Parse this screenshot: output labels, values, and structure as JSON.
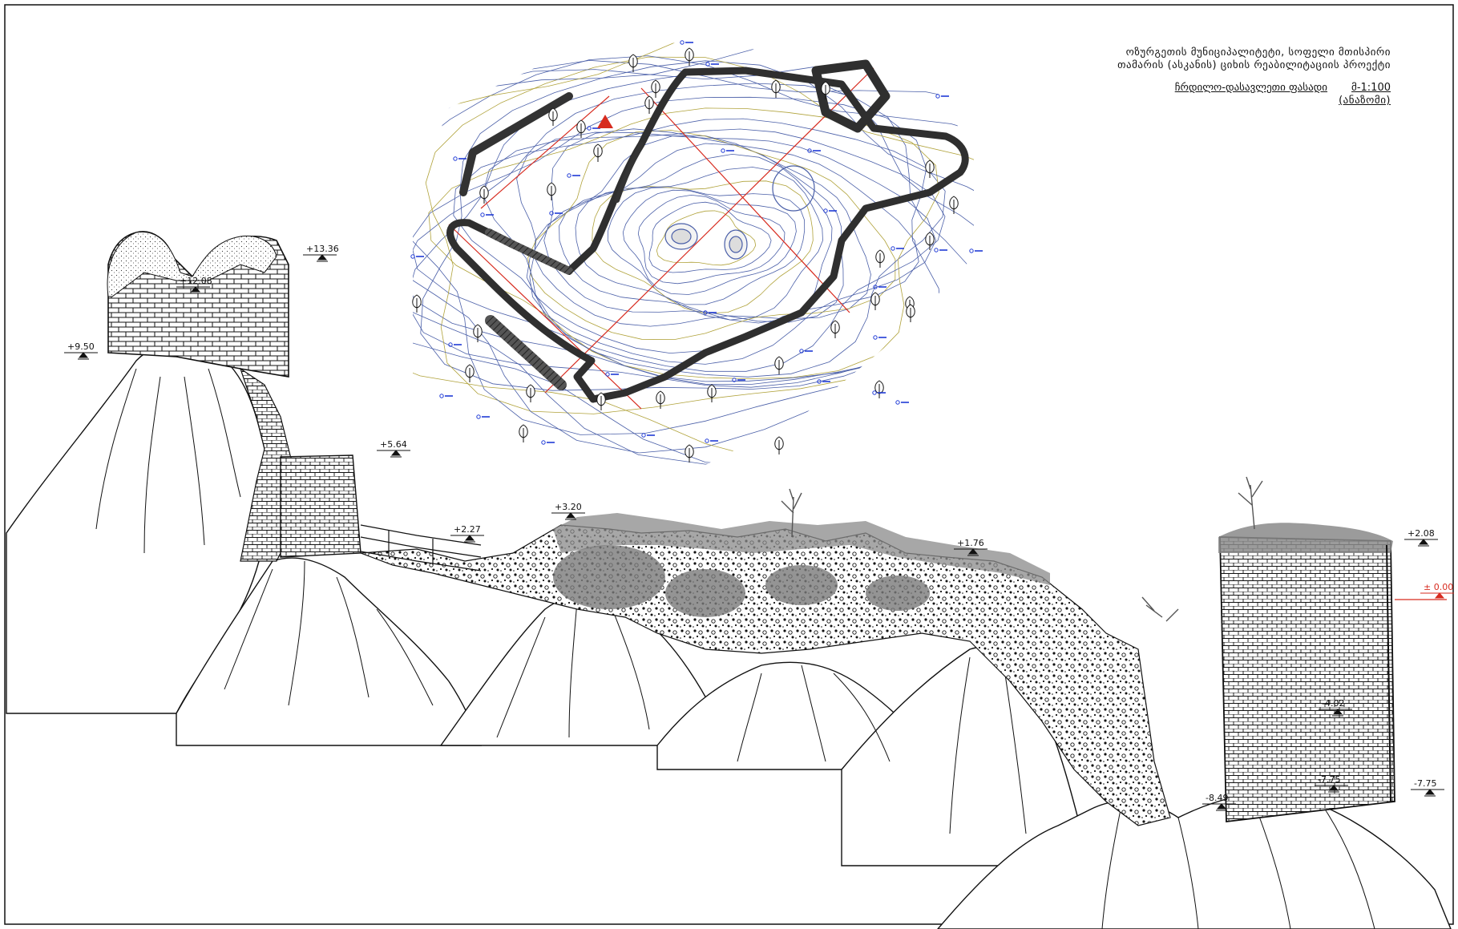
{
  "title": {
    "line1": "ოზურგეთის მუნიციპალიტეტი, სოფელი მთისპირი",
    "line2": "თამარის (ასკანის) ციხის რეაბილიტაციის პროექტი",
    "drawing": "ჩრდილო-დასავლეთი ფასადი",
    "scale": "მ-1:100",
    "note": "(ანაზომი)"
  },
  "elevation_marks": [
    {
      "id": "e1336",
      "label": "+13.36",
      "color": "black"
    },
    {
      "id": "e950",
      "label": "+9.50",
      "color": "black"
    },
    {
      "id": "e1208",
      "label": "+12.08",
      "color": "black"
    },
    {
      "id": "e564",
      "label": "+5.64",
      "color": "black"
    },
    {
      "id": "e227",
      "label": "+2.27",
      "color": "black"
    },
    {
      "id": "e320",
      "label": "+3.20",
      "color": "black"
    },
    {
      "id": "e176",
      "label": "+1.76",
      "color": "black"
    },
    {
      "id": "e208",
      "label": "+2.08",
      "color": "black"
    },
    {
      "id": "e000",
      "label": "± 0.00",
      "color": "red"
    },
    {
      "id": "e402",
      "label": "-4.02",
      "color": "black"
    },
    {
      "id": "e775a",
      "label": "-7.75",
      "color": "black"
    },
    {
      "id": "e775b",
      "label": "-7.75",
      "color": "black"
    },
    {
      "id": "e849",
      "label": "-8.49",
      "color": "black"
    }
  ],
  "colors": {
    "ink": "#111111",
    "contour_blue": "#4a5fa8",
    "contour_olive": "#b0a23a",
    "section_red": "#d72b1f",
    "wall_dark": "#3a3a3a",
    "vegetation": "#8a8a8a",
    "point_blue": "#1f3ad6"
  },
  "icons": {
    "north_arrow": "red-triangle-icon",
    "tree": "conifer-tree-icon",
    "survey_point": "survey-point-icon"
  }
}
